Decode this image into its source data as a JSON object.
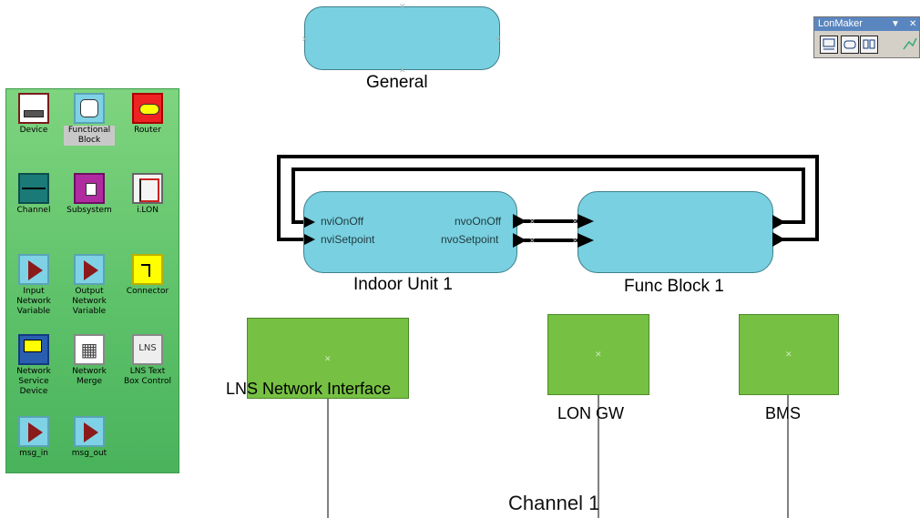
{
  "palette": {
    "items": [
      {
        "label": "Device",
        "icon": "device-icon"
      },
      {
        "label": "Functional Block",
        "icon": "functional-block-icon",
        "selected": true
      },
      {
        "label": "Router",
        "icon": "router-icon"
      },
      {
        "label": "Channel",
        "icon": "channel-icon"
      },
      {
        "label": "Subsystem",
        "icon": "subsystem-icon"
      },
      {
        "label": "i.LON",
        "icon": "ilon-icon"
      },
      {
        "label": "Input Network Variable",
        "icon": "input-network-variable-icon"
      },
      {
        "label": "Output Network Variable",
        "icon": "output-network-variable-icon"
      },
      {
        "label": "Connector",
        "icon": "connector-icon"
      },
      {
        "label": "Network Service Device",
        "icon": "network-service-device-icon"
      },
      {
        "label": "Network Merge",
        "icon": "network-merge-icon"
      },
      {
        "label": "LNS Text Box Control",
        "icon": "lns-text-box-icon",
        "icon_text": "LNS"
      },
      {
        "label": "msg_in",
        "icon": "msg-in-icon"
      },
      {
        "label": "msg_out",
        "icon": "msg-out-icon"
      }
    ]
  },
  "toolbar": {
    "title": "LonMaker",
    "dropdown_glyph": "▼",
    "close_glyph": "✕",
    "buttons": [
      "network-properties-icon",
      "functional-block-tool-icon",
      "device-tool-icon",
      "monitor-icon"
    ]
  },
  "canvas": {
    "subsystem": {
      "label": "General"
    },
    "blocks": [
      {
        "label": "Indoor Unit 1",
        "inputs": [
          "nviOnOff",
          "nviSetpoint"
        ],
        "outputs": [
          "nvoOnOff",
          "nvoSetpoint"
        ]
      },
      {
        "label": "Func Block 1",
        "inputs": [],
        "outputs": []
      }
    ],
    "devices": [
      {
        "label": "LNS Network Interface"
      },
      {
        "label": "LON GW"
      },
      {
        "label": "BMS"
      }
    ],
    "channel": {
      "label": "Channel 1"
    },
    "colors": {
      "block_fill": "#79d0e0",
      "device_fill": "#76c043",
      "palette_green": "#5ec26a",
      "connection": "#000000"
    }
  }
}
